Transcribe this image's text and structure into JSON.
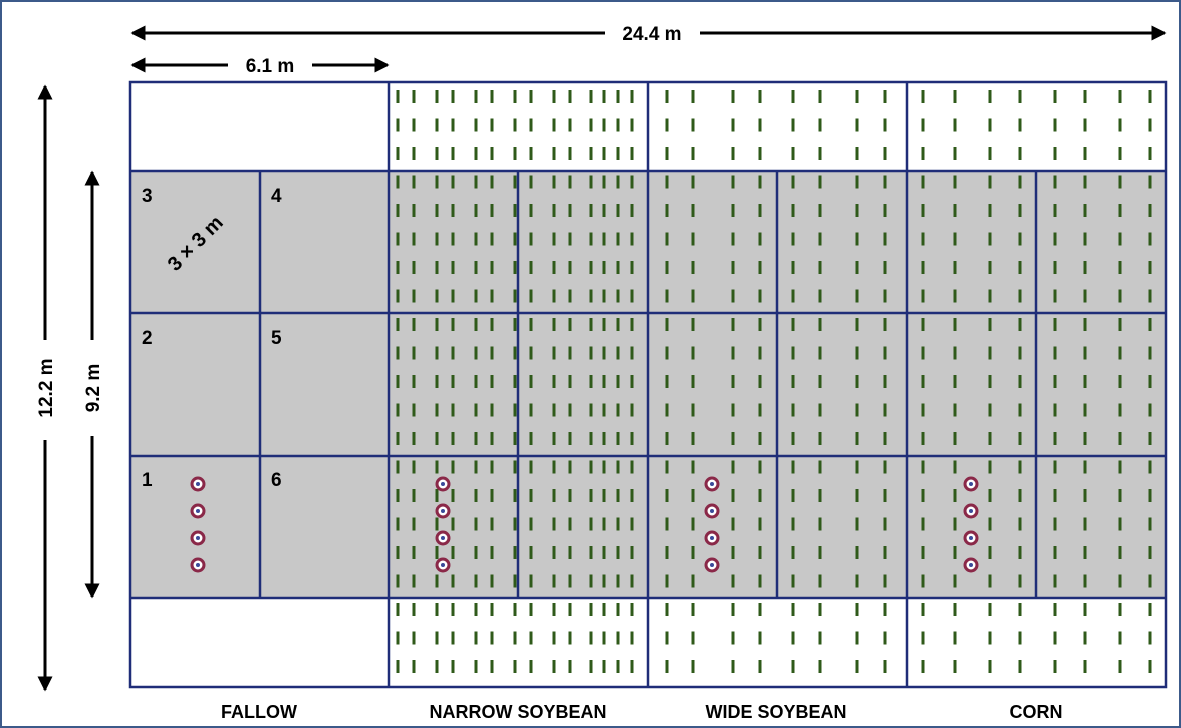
{
  "dimensions": {
    "total_width": "24.4 m",
    "fallow_width": "6.1 m",
    "total_length": "12.2 m",
    "plot_length": "9.2 m",
    "subplot_size": "3 × 3 m"
  },
  "treatments": [
    "FALLOW",
    "NARROW SOYBEAN",
    "WIDE SOYBEAN",
    "CORN"
  ],
  "subplot_numbers": [
    "1",
    "2",
    "3",
    "4",
    "5",
    "6"
  ],
  "colors": {
    "grid_line": "#1f2d78",
    "subplot_fill": "#c8c8c8",
    "crop_row": "#2f5a1a",
    "sampling_point": "#8a2848",
    "frame": "#3c5a8a"
  },
  "icons": {
    "plant_row": "short vertical green dash",
    "sampling_point": "purple ring marker",
    "dimension_arrow": "double-headed arrow"
  }
}
